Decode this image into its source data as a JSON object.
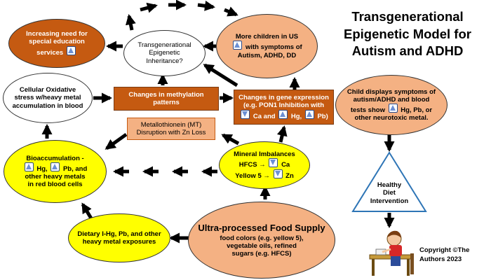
{
  "title": [
    "Transgenerational",
    "Epigenetic Model for",
    "Autism and ADHD"
  ],
  "nodes": {
    "special_education": [
      "Increasing need for",
      "special education",
      "services"
    ],
    "inheritance": [
      "Transgenerational",
      "Epigenetic",
      "Inheritance?"
    ],
    "more_children": [
      "More children in US",
      "with symptoms of",
      "Autism, ADHD, DD"
    ],
    "oxidative_stress": [
      "Cellular Oxidative",
      "stress w/heavy metal",
      "accumulation in blood"
    ],
    "methylation": [
      "Changes in methylation",
      "patterns"
    ],
    "gene_expression": {
      "line1": "Changes in gene expression",
      "line2": "(e.g. PON1 Inhibition with",
      "line3_a": "Ca and",
      "line3_b": "Hg,",
      "line3_c": "Pb)"
    },
    "metallothionein": [
      "Metallothionein (MT)",
      "Disruption with Zn Loss"
    ],
    "bioaccumulation": {
      "line1": "Bioaccumulation -",
      "line2_a": "Hg,",
      "line2_b": "Pb, and",
      "line3": "other heavy metals",
      "line4": "in red blood cells"
    },
    "mineral": {
      "line1": "Mineral Imbalances",
      "line2": "HFCS",
      "line2_b": "Ca",
      "line3": "Yellow 5",
      "line3_b": "Zn"
    },
    "dietary": [
      "Dietary I-Hg, Pb, and other",
      "heavy metal exposures"
    ],
    "food_supply": {
      "heading": "Ultra-processed Food Supply",
      "lines": [
        "food colors (e.g. yellow 5),",
        "vegetable oils, refined",
        "sugars (e.g. HFCS)"
      ]
    },
    "child": {
      "line1": "Child displays symptoms of",
      "line2": "autism/ADHD and blood",
      "line3_a": "tests show",
      "line3_b": "Hg, Pb, or",
      "line4": "other neurotoxic metal."
    },
    "healthy_diet": [
      "Healthy",
      "Diet",
      "Intervention"
    ]
  },
  "copyright": [
    "Copyright ©The",
    "Authors 2023"
  ],
  "colors": {
    "dark_orange": "#c55a11",
    "salmon": "#f4b183",
    "yellow": "#ffff00",
    "white": "#ffffff",
    "arrow": "#000000",
    "triangle": "#2e75b6"
  }
}
